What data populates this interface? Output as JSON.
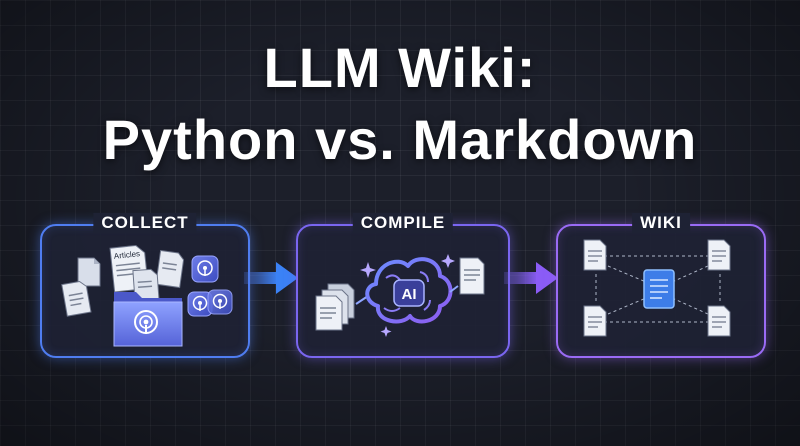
{
  "title": {
    "line1": "LLM Wiki:",
    "line2": "Python vs. Markdown"
  },
  "stages": [
    {
      "label": "COLLECT",
      "icon": "documents-and-podcasts-icon",
      "document_label": "Articles",
      "color": "#4f7df0"
    },
    {
      "label": "COMPILE",
      "icon": "ai-brain-icon",
      "ai_label": "AI",
      "color": "#7a66f0"
    },
    {
      "label": "WIKI",
      "icon": "linked-documents-icon",
      "color": "#9a6bf5"
    }
  ],
  "colors": {
    "background": "#1c1f2a",
    "arrow_blue": "#3b82f6",
    "arrow_purple": "#8b5cf6"
  }
}
